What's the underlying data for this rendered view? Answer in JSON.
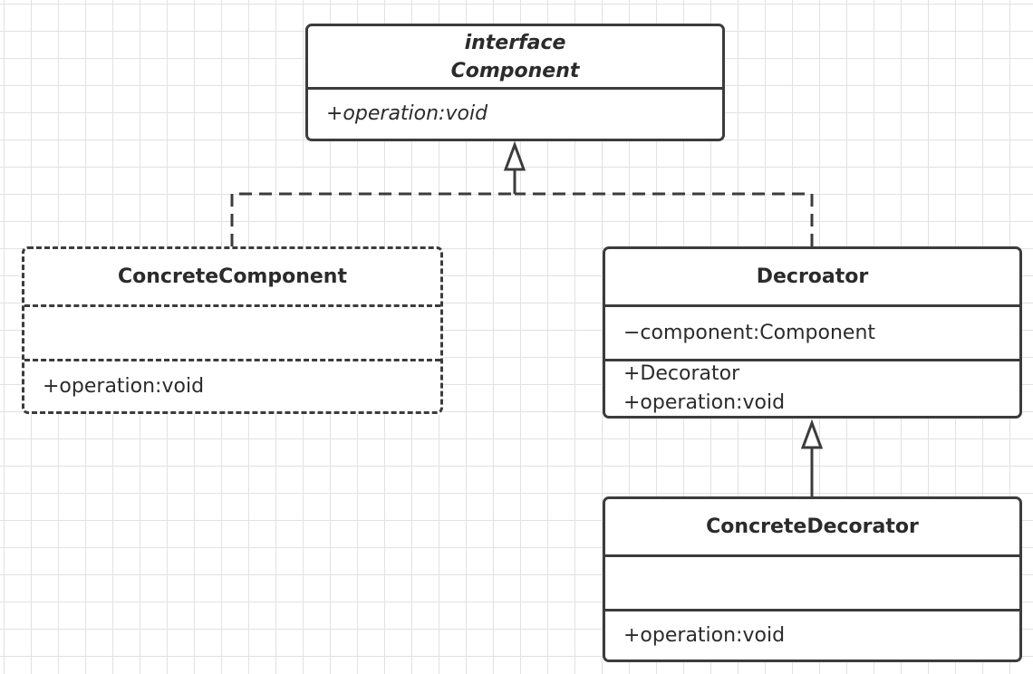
{
  "component": {
    "stereotype": "interface",
    "name": "Component",
    "operations": [
      "+operation:void"
    ]
  },
  "concrete_component": {
    "name": "ConcreteComponent",
    "operations": [
      "+operation:void"
    ]
  },
  "decorator": {
    "name": "Decroator",
    "attributes": [
      "−component:Component"
    ],
    "operations": [
      "+Decorator",
      "+operation:void"
    ]
  },
  "concrete_decorator": {
    "name": "ConcreteDecorator",
    "operations": [
      "+operation:void"
    ]
  },
  "colors": {
    "stroke": "#3c3c3c",
    "grid": "#e2e2e2",
    "background": "#ffffff"
  }
}
